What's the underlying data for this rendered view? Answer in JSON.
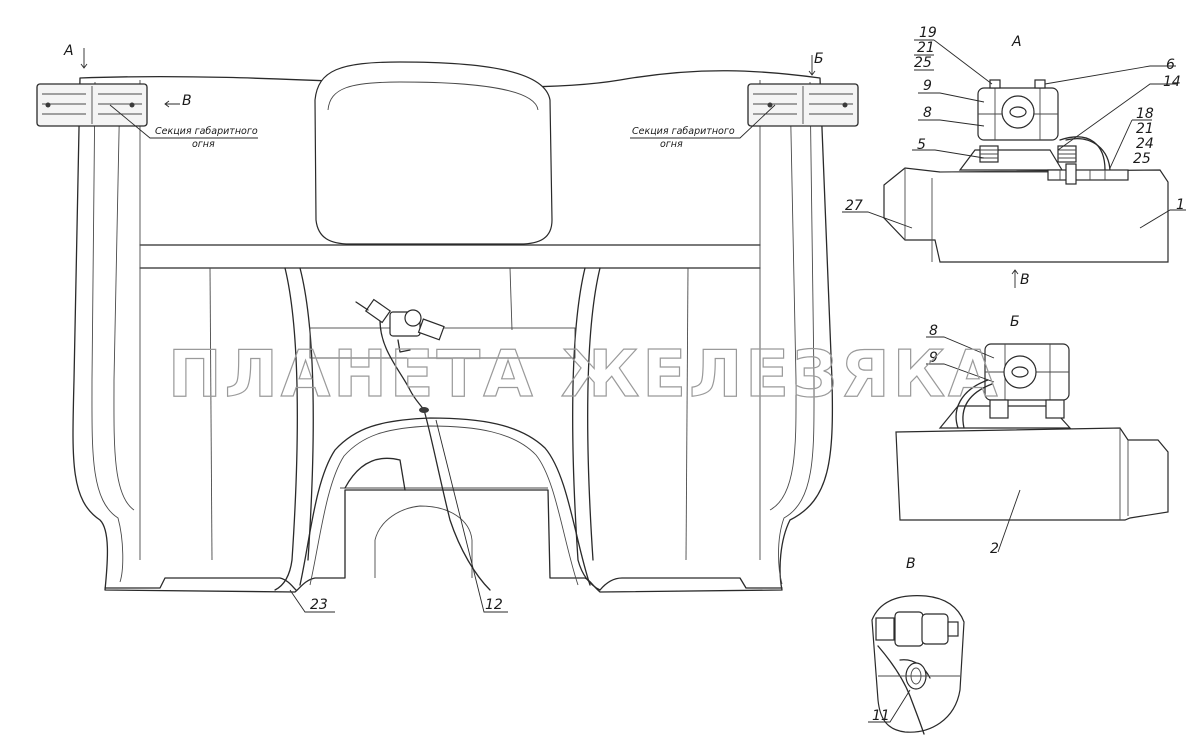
{
  "views": {
    "a": "А",
    "b": "Б",
    "v": "В"
  },
  "captions": {
    "marker_section": "Секция габаритного",
    "marker_section_line2": "огня"
  },
  "callouts": {
    "p1": "1",
    "p2": "2",
    "p5": "5",
    "p6": "6",
    "p8": "8",
    "p9": "9",
    "p11": "11",
    "p12": "12",
    "p14": "14",
    "p18": "18",
    "p19": "19",
    "p21": "21",
    "p23": "23",
    "p24": "24",
    "p25": "25",
    "p27": "27"
  },
  "watermark": "ПЛАНЕТА ЖЕЛЕЗЯКА"
}
